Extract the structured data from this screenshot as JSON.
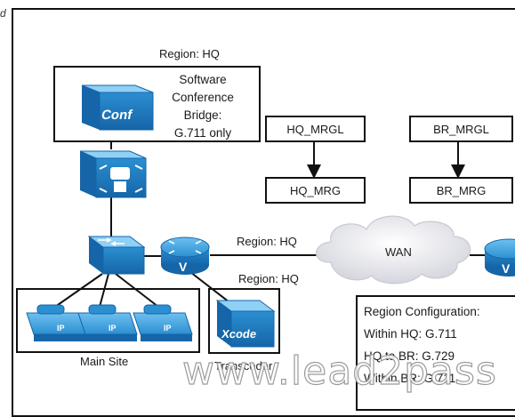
{
  "corner_mark": "d",
  "region_hq_top": "Region: HQ",
  "conference_bridge": {
    "icon_text": "Conf",
    "lines": [
      "Software",
      "Conference",
      "Bridge:",
      "G.711 only"
    ]
  },
  "hq_mrgl": "HQ_MRGL",
  "hq_mrg": "HQ_MRG",
  "br_mrgl": "BR_MRGL",
  "br_mrg": "BR_MRG",
  "link_region_upper": "Region: HQ",
  "link_region_lower": "Region: HQ",
  "wan_label": "WAN",
  "router_glyph": "V",
  "main_site_label": "Main Site",
  "transcoder_label": "Transcoder",
  "transcoder_icon_text": "Xcode",
  "phone_glyph": "IP",
  "region_config": {
    "title": "Region Configuration:",
    "lines": [
      "Within HQ: G.711",
      "HQ to BR: G.729",
      "Within BR: G.711"
    ]
  },
  "watermark": "www.lead2pass",
  "colors": {
    "device_blue": "#2b8fd1",
    "device_dark": "#1565a8",
    "cloud": "#e6e6ec",
    "line": "#111111"
  }
}
